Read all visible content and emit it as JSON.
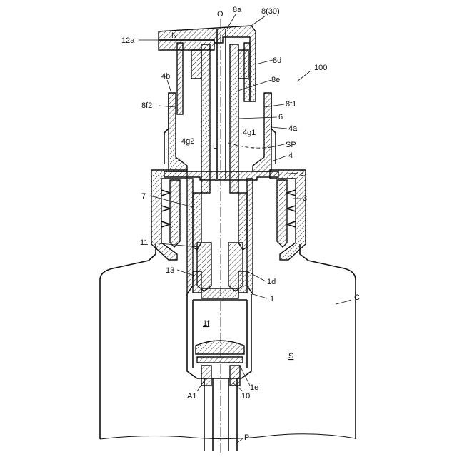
{
  "labels": {
    "O": "O",
    "l8a": "8a",
    "l8_30": "8(30)",
    "N": "N",
    "l12a": "12a",
    "l8d": "8d",
    "l100": "100",
    "l4b": "4b",
    "l8e": "8e",
    "l8f2": "8f2",
    "l8f1": "8f1",
    "l6": "6",
    "l4g1": "4g1",
    "l4a": "4a",
    "l4g2": "4g2",
    "L": "L",
    "SP": "SP",
    "l4": "4",
    "l2": "2",
    "l3": "3",
    "l7": "7",
    "l11": "11",
    "l13": "13",
    "l1d": "1d",
    "l1": "1",
    "C": "C",
    "l1f": "1f",
    "S": "S",
    "A1": "A1",
    "l1e": "1e",
    "l10": "10",
    "P": "P"
  },
  "colors": {
    "line": "#111111",
    "background": "#ffffff"
  }
}
